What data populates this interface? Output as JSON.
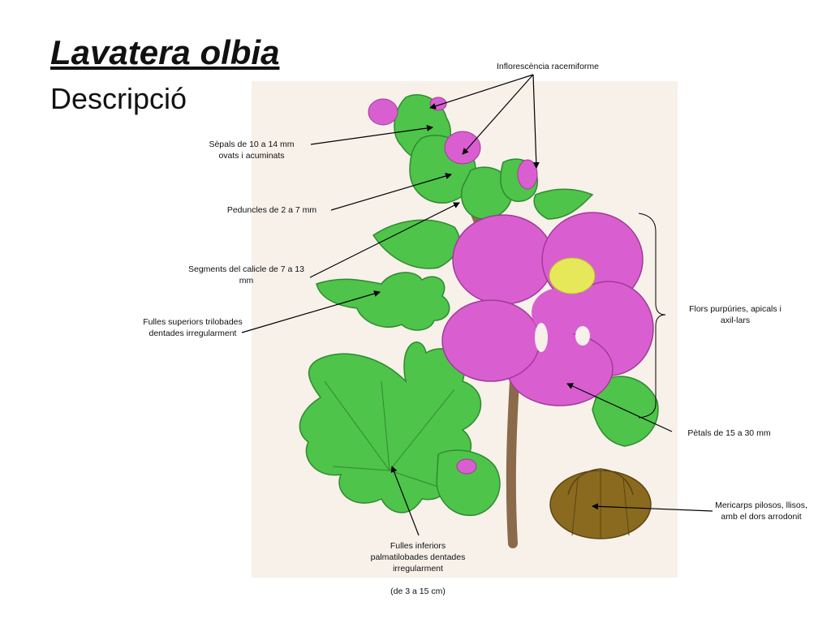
{
  "title": "Lavatera olbia",
  "subtitle": "Descripció",
  "labels": {
    "inflorescence": "Inflorescència racemiforme",
    "sepals": [
      "Sèpals de 10 a 14 mm",
      "ovats i acuminats"
    ],
    "peduncles": "Peduncles de 2 a 7 mm",
    "calyx": [
      "Segments del calicle de 7 a 13",
      "mm"
    ],
    "upper_leaves": [
      "Fulles superiors trilobades",
      "dentades irregularment"
    ],
    "flowers": [
      "Flors purpúries, apicals i",
      "axil-lars"
    ],
    "petals": "Pètals de 15 a 30 mm",
    "mericarps": [
      "Mericarps pilosos, llisos,",
      "amb el dors arrodonit"
    ],
    "lower_leaves": [
      "Fulles inferiors",
      "palmatilobades dentades",
      "irregularment"
    ],
    "size_note": "(de 3 a 15 cm)"
  },
  "colors": {
    "background_panel": "#f7f1ea",
    "leaf": "#3fbf3f",
    "petal": "#d95fd0",
    "stem": "#8a6a4a",
    "mericarp": "#8a6a1e",
    "stamens": "#e6e85a"
  }
}
